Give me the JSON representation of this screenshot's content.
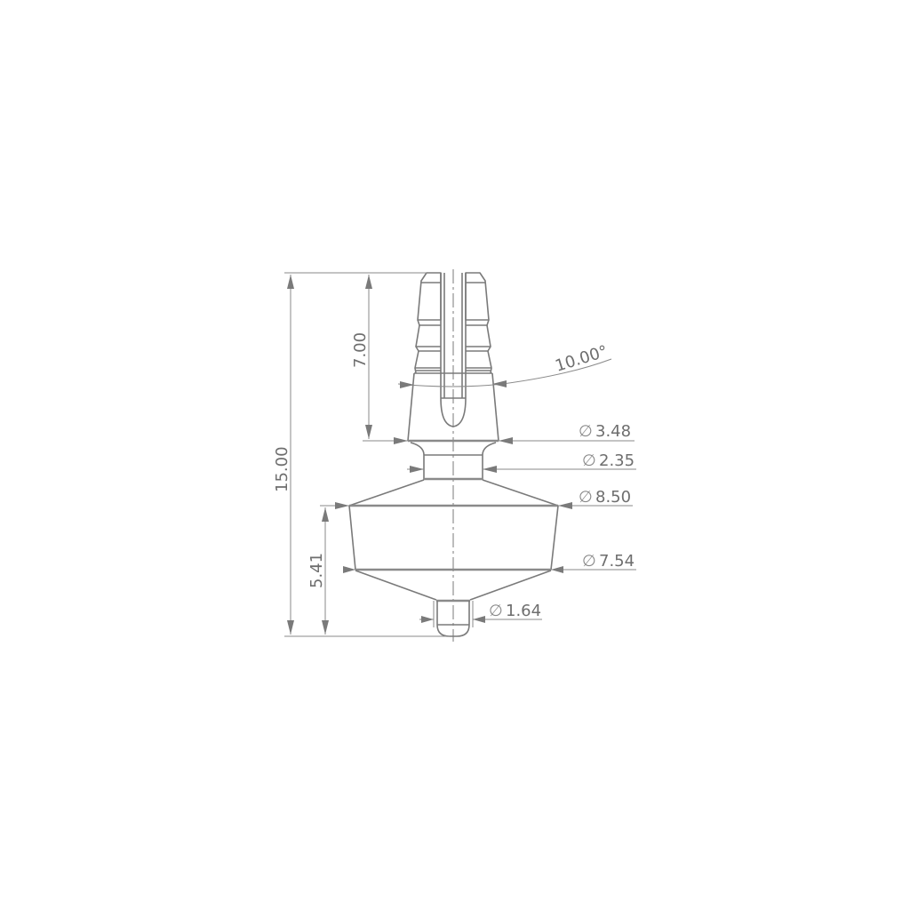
{
  "drawing": {
    "title": "Ribbed connector technical drawing",
    "line_color": "#7a7a7a",
    "background": "#ffffff",
    "units": "mm",
    "dimensions": {
      "overall_height": {
        "label": "15.00",
        "type": "linear-vertical"
      },
      "tip_length": {
        "label": "7.00",
        "type": "linear-vertical"
      },
      "lower_body_height": {
        "label": "5.41",
        "type": "linear-vertical"
      },
      "taper_angle": {
        "label": "10.00°",
        "type": "angular"
      },
      "dia_3_48": {
        "symbol": "∅",
        "value": "3.48",
        "type": "diameter"
      },
      "dia_2_35": {
        "symbol": "∅",
        "value": "2.35",
        "type": "diameter"
      },
      "dia_8_50": {
        "symbol": "∅",
        "value": "8.50",
        "type": "diameter"
      },
      "dia_7_54": {
        "symbol": "∅",
        "value": "7.54",
        "type": "diameter"
      },
      "dia_1_64": {
        "symbol": "∅",
        "value": "1.64",
        "type": "diameter"
      }
    }
  }
}
